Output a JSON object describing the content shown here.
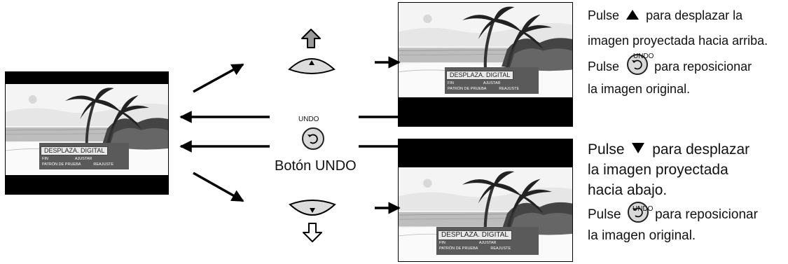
{
  "center_screen": {
    "osd_title": "DESPLAZA. DIGITAL",
    "osd_row1": [
      "FIN",
      "AJUSTAR"
    ],
    "osd_row2": [
      "PATRÓN DE PRUEBA",
      "REAJUSTE"
    ]
  },
  "top_screen": {
    "osd_title": "DESPLAZA. DIGITAL",
    "osd_row1": [
      "FIN",
      "AJUSTAR"
    ],
    "osd_row2": [
      "PATRÓN DE PRUEBA",
      "REAJUSTE"
    ]
  },
  "bottom_screen": {
    "osd_title": "DESPLAZA. DIGITAL",
    "osd_row1": [
      "FIN",
      "AJUSTAR"
    ],
    "osd_row2": [
      "PATRÓN DE PRUEBA",
      "REAJUSTE"
    ]
  },
  "center": {
    "undo_small_label": "UNDO",
    "undo_caption": "Botón UNDO"
  },
  "top_text": {
    "line1_a": "Pulse",
    "line1_b": "para desplazar la",
    "line2": "imagen proyectada hacia arriba.",
    "undo_label": "UNDO",
    "line3_a": "Pulse",
    "line3_b": "para reposicionar",
    "line4": "la imagen original."
  },
  "bottom_text": {
    "line1_a": "Pulse",
    "line1_b": "para desplazar",
    "line2": "la imagen proyectada",
    "line3": "hacia abajo.",
    "undo_label": "UNDO",
    "line4_a": "Pulse",
    "line4_b": "para reposicionar",
    "line5": "la imagen original."
  },
  "icons": {
    "up_arrow": "up-arrow-icon",
    "down_arrow": "down-arrow-icon",
    "up_key": "up-key-icon",
    "down_key": "down-key-icon",
    "undo_button": "undo-button-icon",
    "triangle_up": "triangle-up-icon",
    "triangle_down": "triangle-down-icon"
  }
}
